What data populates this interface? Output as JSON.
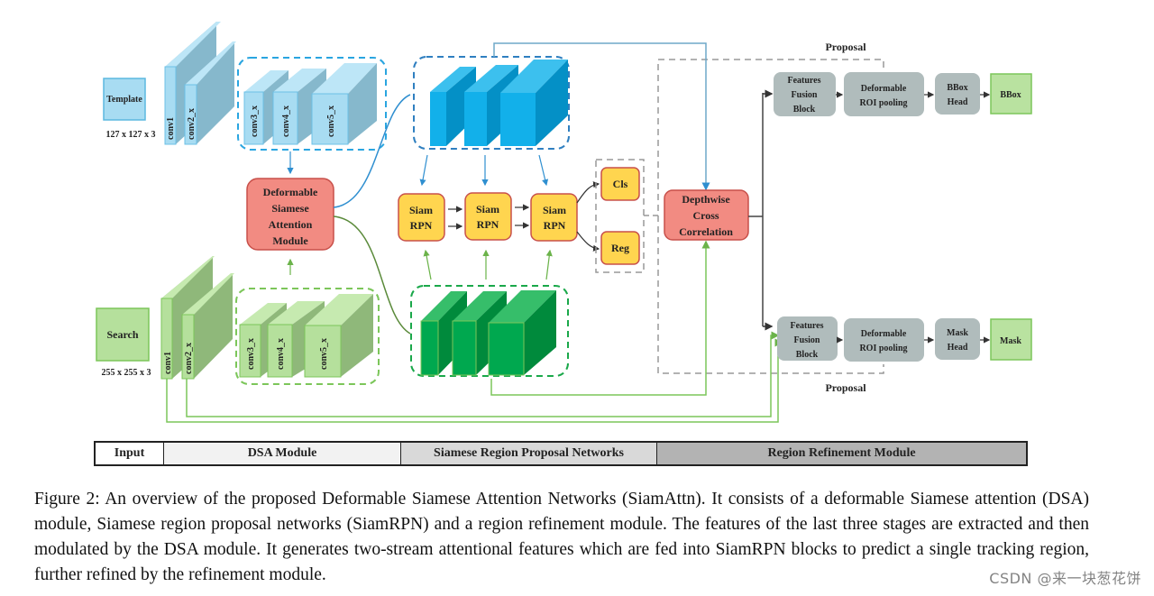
{
  "figure": {
    "inputs": {
      "template": {
        "label": "Template",
        "size": "127 x 127 x 3"
      },
      "search": {
        "label": "Search",
        "size": "255 x 255 x 3"
      }
    },
    "backbone_layers": [
      "conv1",
      "conv2_x",
      "conv3_x",
      "conv4_x",
      "conv5_x"
    ],
    "dsa_module": [
      "Deformable",
      "Siamese",
      "Attention",
      "Module"
    ],
    "siam_rpn_blocks": [
      {
        "line1": "Siam",
        "line2": "RPN"
      },
      {
        "line1": "Siam",
        "line2": "RPN"
      },
      {
        "line1": "Siam",
        "line2": "RPN"
      }
    ],
    "heads": {
      "cls": "Cls",
      "reg": "Reg"
    },
    "depthwise": [
      "Depthwise",
      "Cross",
      "Correlation"
    ],
    "bbox_branch": {
      "fusion": [
        "Features",
        "Fusion",
        "Block"
      ],
      "roi": [
        "Deformable",
        "ROI pooling"
      ],
      "head": [
        "BBox",
        "Head"
      ],
      "output": "BBox",
      "proposal": "Proposal"
    },
    "mask_branch": {
      "fusion": [
        "Features",
        "Fusion",
        "Block"
      ],
      "roi": [
        "Deformable",
        "ROI pooling"
      ],
      "head": [
        "Mask",
        "Head"
      ],
      "output": "Mask",
      "proposal": "Proposal"
    },
    "stages": [
      {
        "label": "Input",
        "color": "#ffffff"
      },
      {
        "label": "DSA Module",
        "color": "#f2f2f2"
      },
      {
        "label": "Siamese Region Proposal Networks",
        "color": "#d9d9d9"
      },
      {
        "label": "Region Refinement Module",
        "color": "#b3b3b3"
      }
    ],
    "colors": {
      "template_blue": "#a8dcf2",
      "search_green": "#b5e09c",
      "attn_red": "#f28b82",
      "rpn_yellow": "#ffd54f",
      "gray_block": "#b0bcbc",
      "output_green": "#b9e2a0",
      "feat_blue": "#1aaee8",
      "feat_green": "#00a84f"
    }
  },
  "caption": "Figure 2: An overview of the proposed Deformable Siamese Attention Networks (SiamAttn). It consists of a deformable Siamese attention (DSA) module, Siamese region proposal networks (SiamRPN) and a region refinement module. The features of the last three stages are extracted and then modulated by the DSA module. It generates two-stream attentional features which are fed into SiamRPN blocks to predict a single tracking region, further refined by the refinement module.",
  "watermark": "CSDN @来一块葱花饼"
}
